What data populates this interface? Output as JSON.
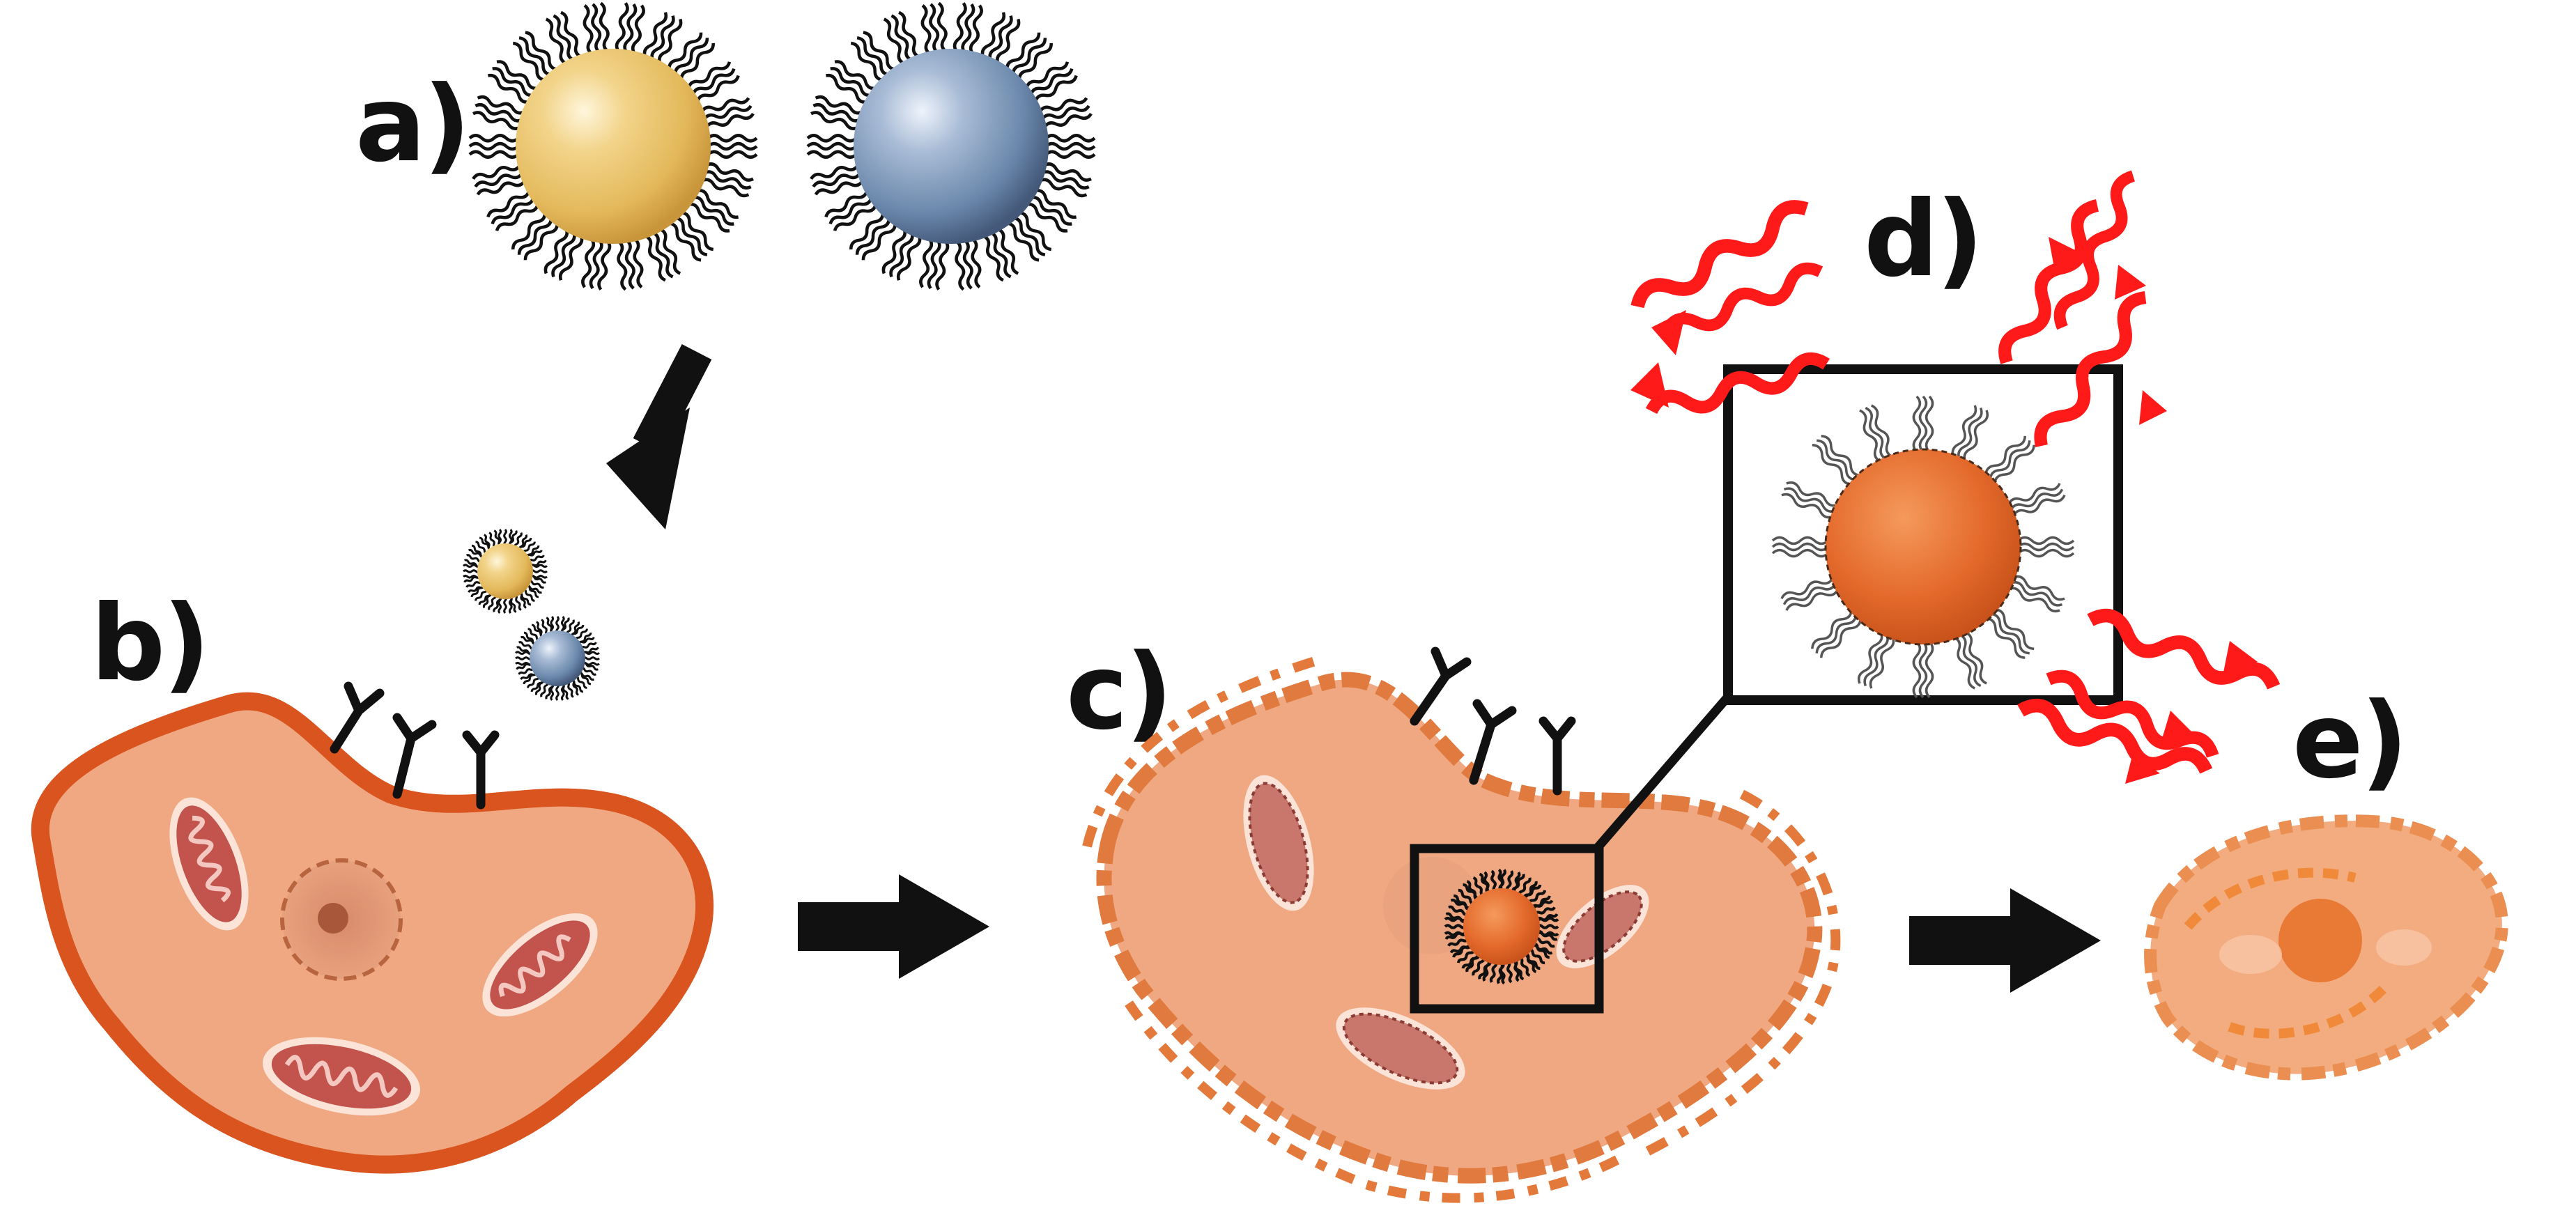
{
  "panels": {
    "a": {
      "label": "a)"
    },
    "b": {
      "label": "b)"
    },
    "c": {
      "label": "c)"
    },
    "d": {
      "label": "d)"
    },
    "e": {
      "label": "e)"
    }
  },
  "colors": {
    "gold_nanoparticle": "#e9c46a",
    "silver_blue_nanoparticle": "#5f7fa6",
    "cell_fill": "#f0a882",
    "cell_membrane": "#d9541e",
    "mitochondria": "#b8453e",
    "heated_particle": "#e06a2a",
    "radiation": "#ff1a1a",
    "arrow": "#111111"
  },
  "icons": [
    "ligand-chain-icon",
    "receptor-icon",
    "mitochondrion-icon",
    "nucleus-icon",
    "heat-wave-icon",
    "process-arrow-icon"
  ]
}
